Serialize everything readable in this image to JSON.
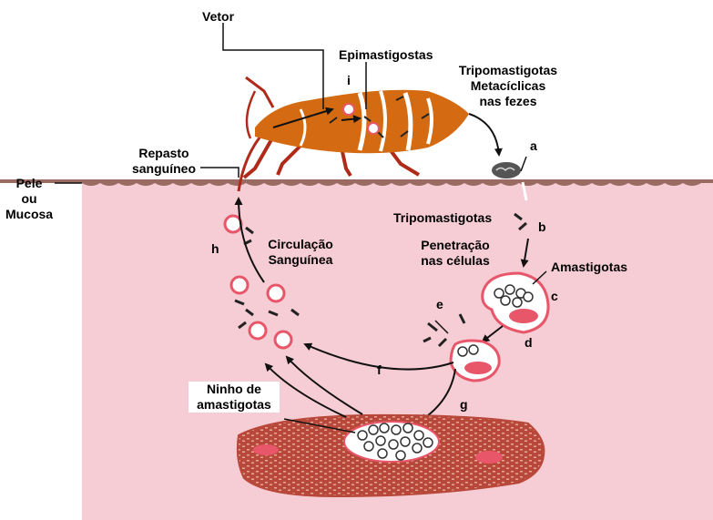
{
  "labels": {
    "vector": "Vetor",
    "epimastigotes": "Epimastigostas",
    "metacyclic": "Tripomastigotas\nMetacíclicas\nnas fezes",
    "blood_meal": "Repasto\nsanguíneo",
    "skin": "Pele\nou\nMucosa",
    "trypomastigotes": "Tripomastigotas",
    "cell_penetration": "Penetração\nnas células",
    "amastigotes": "Amastigotas",
    "circulation": "Circulação\nSanguínea",
    "nest": "Ninho de\namastigotas"
  },
  "steps": {
    "a": "a",
    "b": "b",
    "c": "c",
    "d": "d",
    "e": "e",
    "f": "f",
    "g": "g",
    "h": "h",
    "i": "i"
  },
  "colors": {
    "tissue": "#f7cdd5",
    "skin_edge": "#9a6a63",
    "bug_body": "#d46a12",
    "bug_stripe": "#ffffff",
    "bug_legs": "#b02a1a",
    "cell_red": "#e8566a",
    "muscle": "#b8483a",
    "muscle_light": "#c96657"
  }
}
